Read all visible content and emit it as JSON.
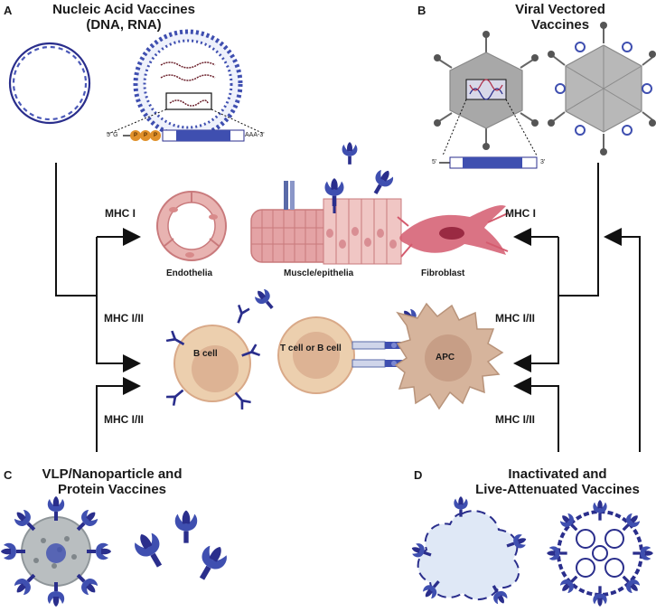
{
  "panels": {
    "a": {
      "letter": "A",
      "title_line1": "Nucleic Acid Vaccines",
      "title_line2": "(DNA, RNA)"
    },
    "b": {
      "letter": "B",
      "title_line1": "Viral Vectored",
      "title_line2": "Vaccines"
    },
    "c": {
      "letter": "C",
      "title_line1": "VLP/Nanoparticle and",
      "title_line2": "Protein Vaccines"
    },
    "d": {
      "letter": "D",
      "title_line1": "Inactivated and",
      "title_line2": "Live-Attenuated Vaccines"
    }
  },
  "mrna": {
    "five_prime": "5' G",
    "cap": [
      "P",
      "P",
      "P"
    ],
    "poly_a": "AAA-3'"
  },
  "vector": {
    "five_prime": "5'",
    "three_prime": "3'"
  },
  "mhc_labels": {
    "left_top": "MHC I",
    "left_mid": "MHC I/II",
    "left_bottom": "MHC I/II",
    "right_top": "MHC I",
    "right_mid": "MHC I/II",
    "right_bottom": "MHC I/II"
  },
  "cells": {
    "endothelia": "Endothelia",
    "muscle": "Muscle/epithelia",
    "fibroblast": "Fibroblast",
    "b_cell": "B cell",
    "t_or_b_cell": "T cell or B cell",
    "apc": "APC"
  },
  "colors": {
    "text": "#1a1a1a",
    "navy": "#2a2e8c",
    "blue": "#3f4fb0",
    "light_blue": "#7b87d1",
    "grey_capsid": "#a8a8a8",
    "cell_tan": "#eccfae",
    "cell_tan_dark": "#d9a988",
    "apc_tan": "#d6b49c",
    "muscle_pink": "#d98e93",
    "fibroblast": "#d45b6e",
    "cap_orange": "#e0902a"
  }
}
